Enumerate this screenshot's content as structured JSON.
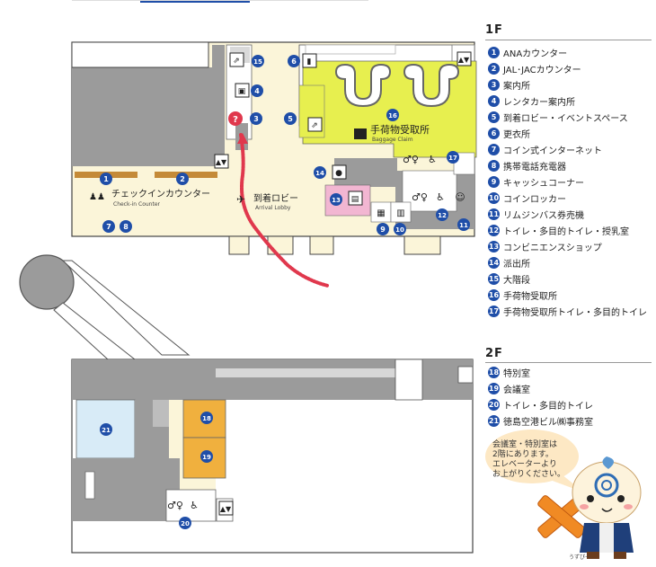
{
  "header": {
    "link_text": ""
  },
  "colors": {
    "marker": "#1f4ea8",
    "baggage_area": "#e7ef4f",
    "corridor": "#fbf5d9",
    "service_rooms": "#999999",
    "convenience_store": "#f2b6d2",
    "special_rooms": "#f0b03e",
    "office": "#d8ebf7",
    "route": "#e0384d"
  },
  "floor1": {
    "title": "1F",
    "labels": {
      "checkin": "チェックインカウンター",
      "checkin_en": "Check-in Counter",
      "arrival": "到着ロビー",
      "arrival_en": "Arrival Lobby",
      "baggage": "手荷物受取所",
      "baggage_en": "Baggage Claim"
    },
    "legend": [
      {
        "num": "1",
        "text": "ANAカウンター"
      },
      {
        "num": "2",
        "text": "JAL･JACカウンター"
      },
      {
        "num": "3",
        "text": "案内所"
      },
      {
        "num": "4",
        "text": "レンタカー案内所"
      },
      {
        "num": "5",
        "text": "到着ロビー・イベントスペース"
      },
      {
        "num": "6",
        "text": "更衣所"
      },
      {
        "num": "7",
        "text": "コイン式インターネット"
      },
      {
        "num": "8",
        "text": "携帯電話充電器"
      },
      {
        "num": "9",
        "text": "キャッシュコーナー"
      },
      {
        "num": "10",
        "text": "コインロッカー"
      },
      {
        "num": "11",
        "text": "リムジンバス券売機"
      },
      {
        "num": "12",
        "text": "トイレ・多目的トイレ・授乳室"
      },
      {
        "num": "13",
        "text": "コンビニエンスショップ"
      },
      {
        "num": "14",
        "text": "派出所"
      },
      {
        "num": "15",
        "text": "大階段"
      },
      {
        "num": "16",
        "text": "手荷物受取所"
      },
      {
        "num": "17",
        "text": "手荷物受取所トイレ・多目的トイレ"
      }
    ]
  },
  "floor2": {
    "title": "2F",
    "legend": [
      {
        "num": "18",
        "text": "特別室"
      },
      {
        "num": "19",
        "text": "会議室"
      },
      {
        "num": "20",
        "text": "トイレ・多目的トイレ"
      },
      {
        "num": "21",
        "text": "徳島空港ビル㈱事務室"
      }
    ]
  },
  "bubble": {
    "lines": [
      "会議室・特別室は",
      "2階にあります。",
      "エレベーターより",
      "お上がりください。"
    ]
  },
  "mascot": {
    "name": "うずぴー"
  },
  "icons": [
    "toilet-icon",
    "wheelchair-icon",
    "baby-icon",
    "elevator-icon",
    "escalator-icon",
    "stairs-icon",
    "info-icon",
    "airplane-icon",
    "locker-icon",
    "atm-icon"
  ]
}
